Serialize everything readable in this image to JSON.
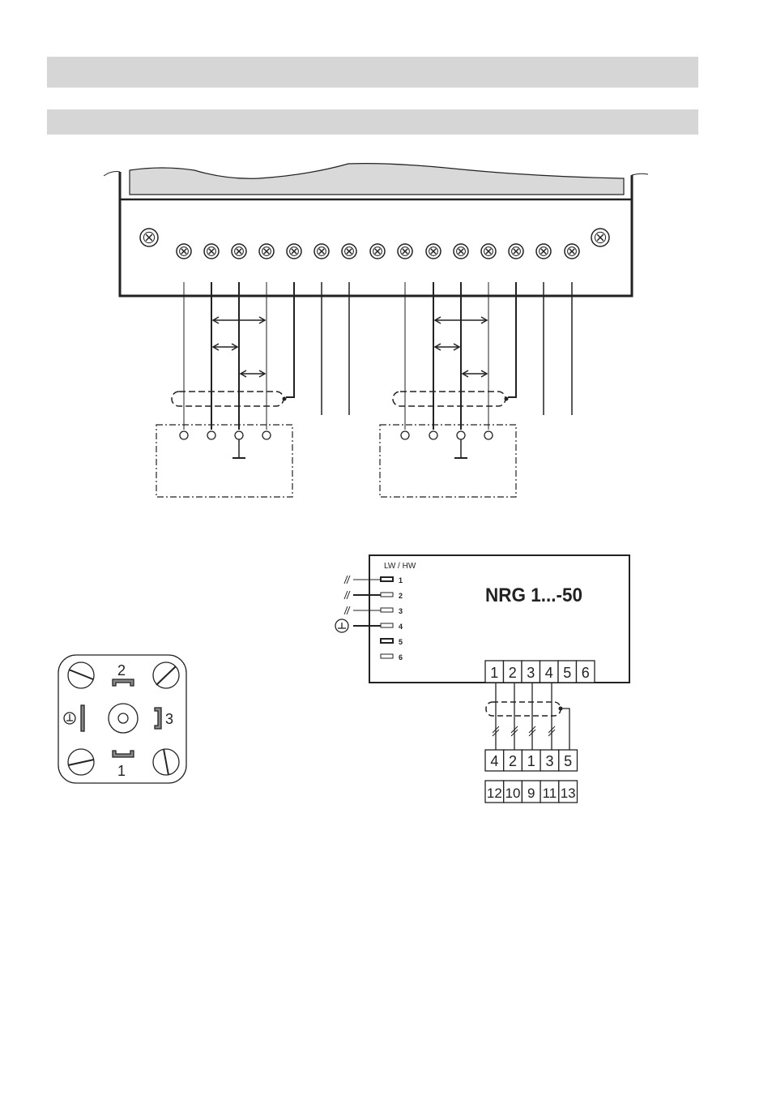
{
  "nrg": {
    "title": "NRG 1...-50",
    "pin_header": "LW / HW",
    "pins": [
      "1",
      "2",
      "3",
      "4",
      "5",
      "6"
    ],
    "terminals": [
      "1",
      "2",
      "3",
      "4",
      "5",
      "6"
    ],
    "plug_row": [
      "4",
      "2",
      "1",
      "3",
      "5"
    ],
    "unit_row": [
      "12",
      "10",
      "9",
      "11",
      "13"
    ]
  },
  "connector": {
    "labels": [
      "2",
      "3",
      "1"
    ]
  }
}
